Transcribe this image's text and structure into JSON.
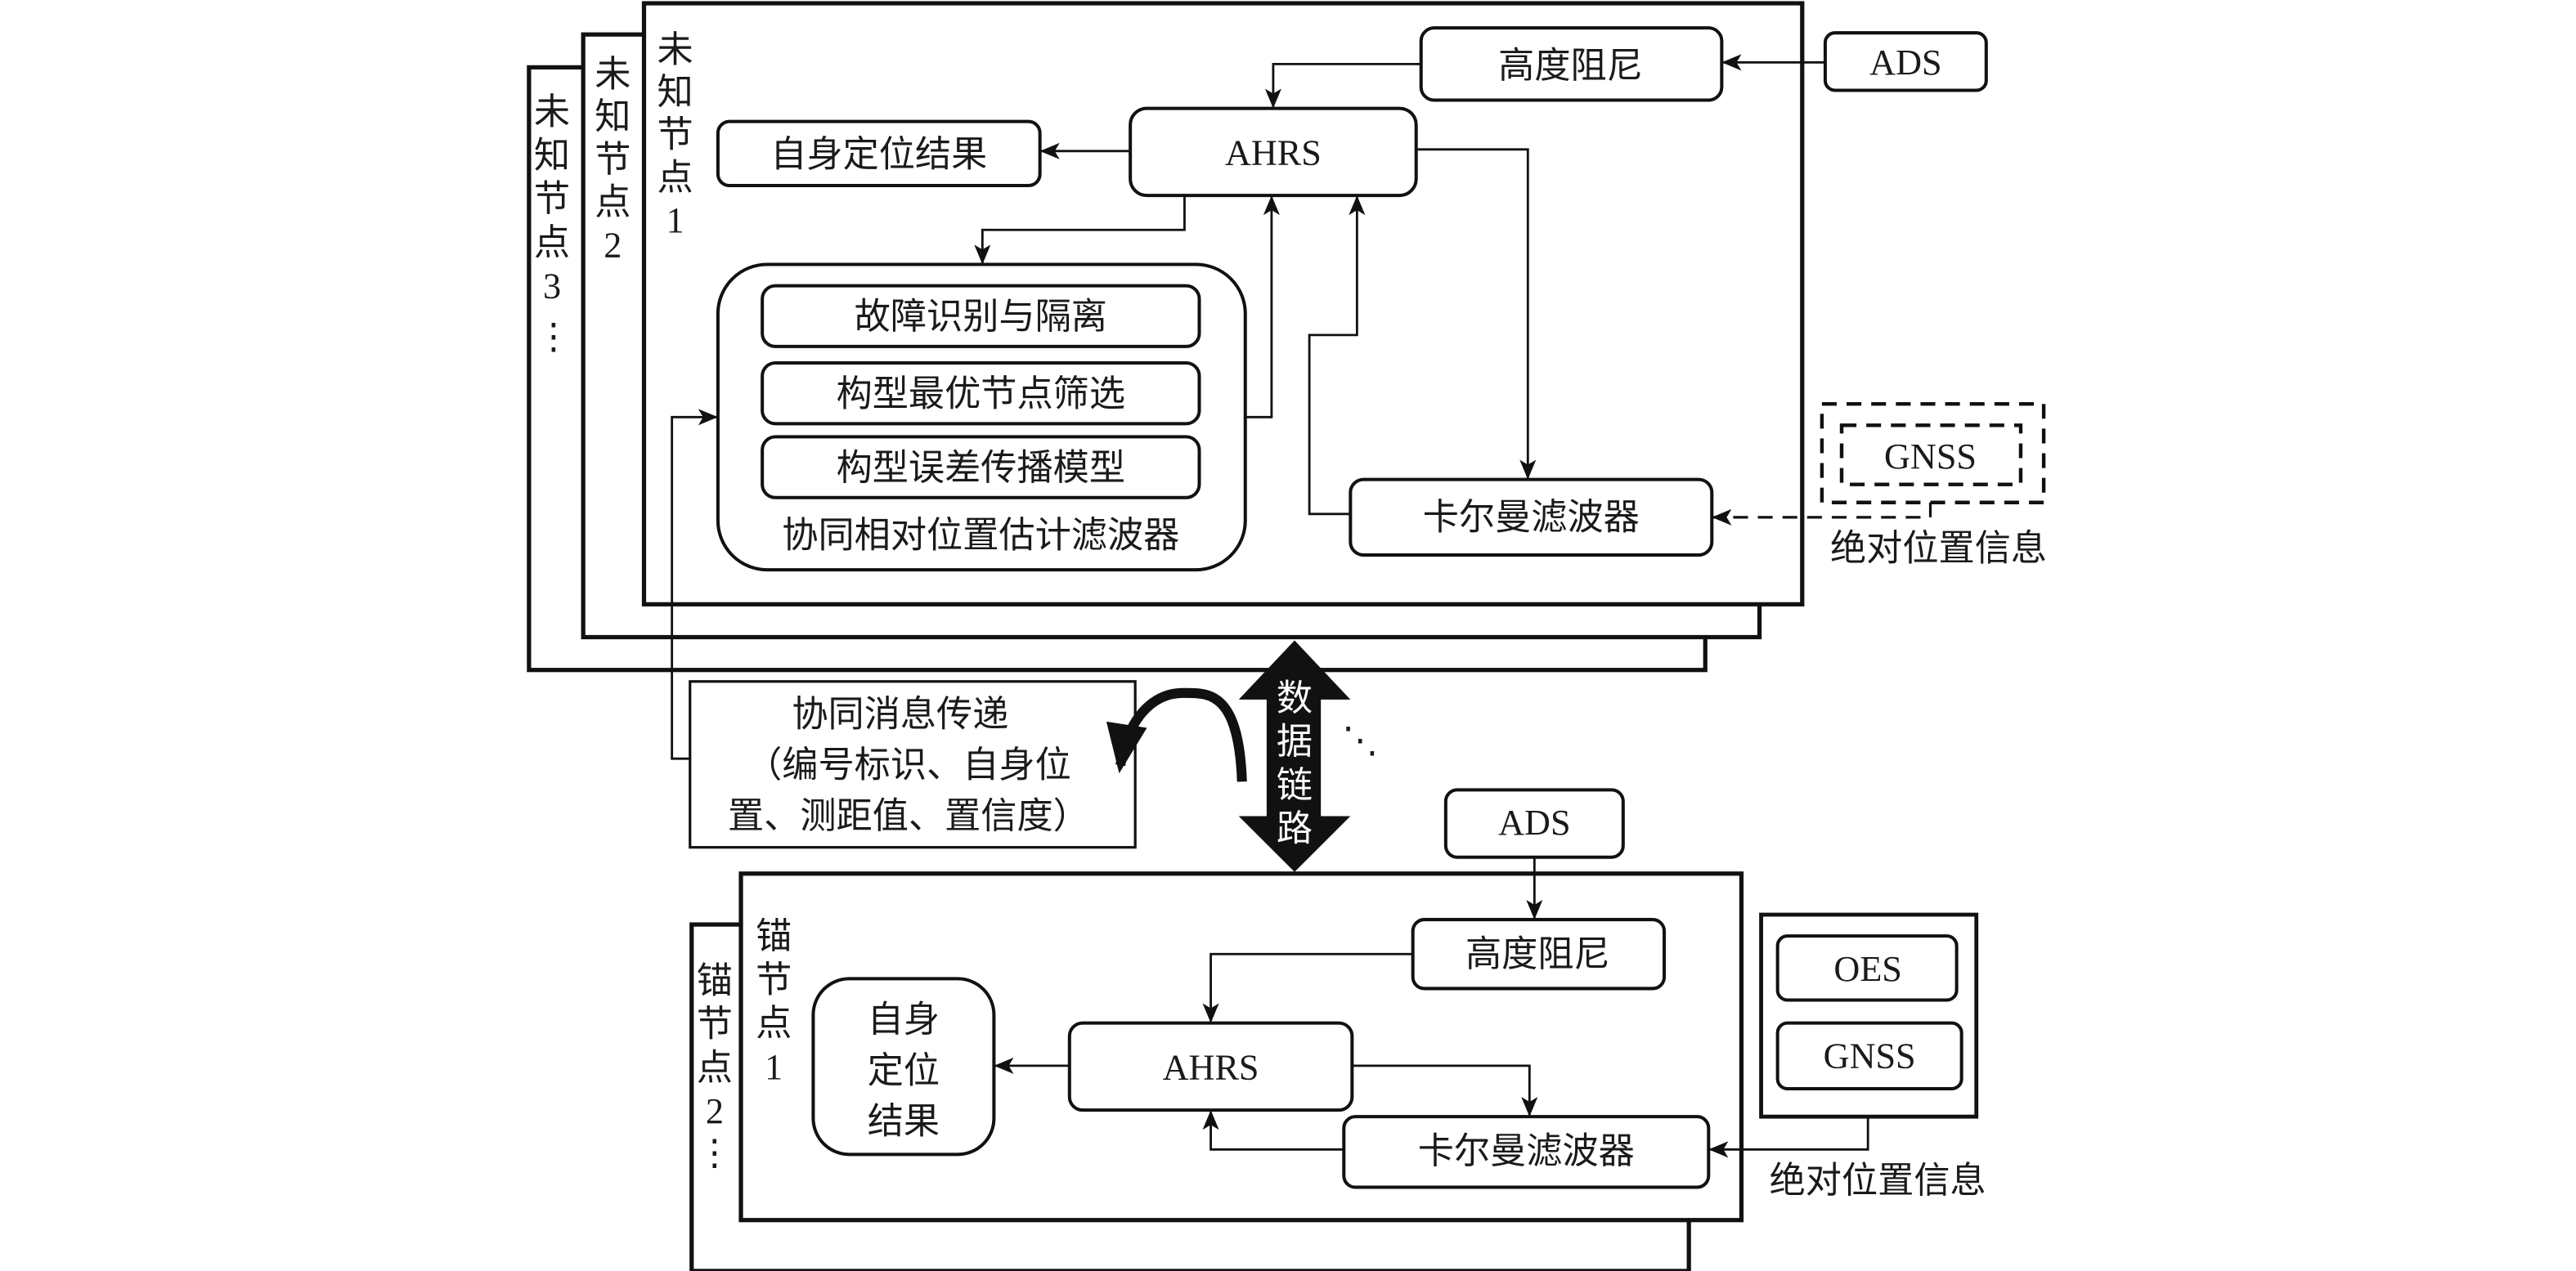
{
  "unknown_nodes": {
    "node1_label": "未知节点1",
    "node2_label": "未知节点2",
    "node3_label": "未知节点3",
    "more": "⋮",
    "ads": "ADS",
    "altitude_damping": "高度阻尼",
    "ahrs": "AHRS",
    "self_positioning_result": "自身定位结果",
    "filter_group": {
      "title": "协同相对位置估计滤波器",
      "items": [
        "故障识别与隔离",
        "构型最优节点筛选",
        "构型误差传播模型"
      ]
    },
    "kalman_filter": "卡尔曼滤波器",
    "gnss": "GNSS",
    "absolute_position_info": "绝对位置信息"
  },
  "link": {
    "message_box_lines": [
      "协同消息传递",
      "（编号标识、自身位",
      "置、测距值、置信度）"
    ],
    "data_link": "数据链路",
    "more": "⋱"
  },
  "anchor_nodes": {
    "node1_label": "锚节点1",
    "node2_label": "锚节点2",
    "more": "⋮",
    "ads": "ADS",
    "altitude_damping": "高度阻尼",
    "ahrs": "AHRS",
    "self_positioning_result_lines": [
      "自身",
      "定位",
      "结果"
    ],
    "kalman_filter": "卡尔曼滤波器",
    "oes": "OES",
    "gnss": "GNSS",
    "absolute_position_info": "绝对位置信息"
  },
  "colors": {
    "line": "#111111",
    "background": "#ffffff",
    "link_arrow": "#111111",
    "link_text": "#ffffff"
  }
}
